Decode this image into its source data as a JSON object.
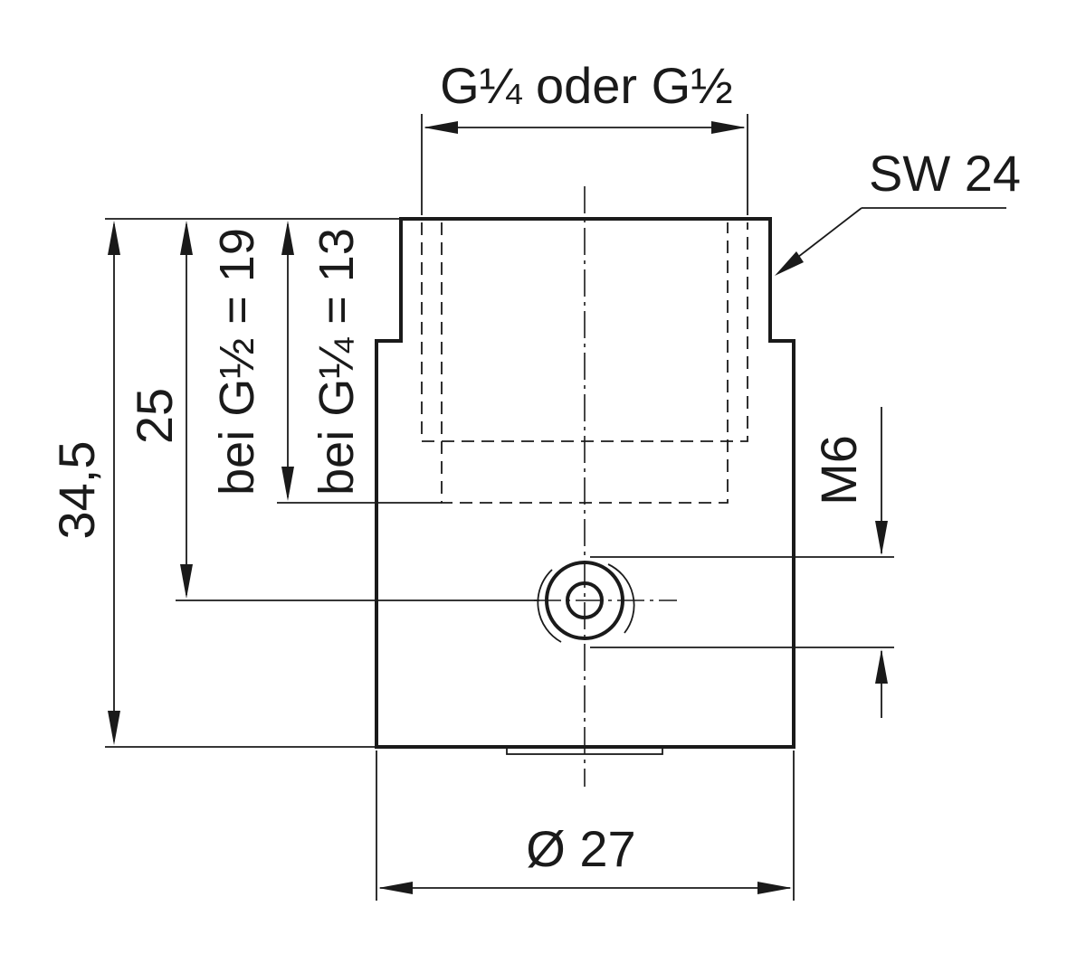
{
  "labels": {
    "thread": "G¼ oder G½",
    "wrench": "SW 24",
    "height_total": "34,5",
    "height_port": "25",
    "depth_g12": "bei G½ = 19",
    "depth_g14": "bei G¼ = 13",
    "side_thread": "M6",
    "diameter": "Ø 27"
  }
}
